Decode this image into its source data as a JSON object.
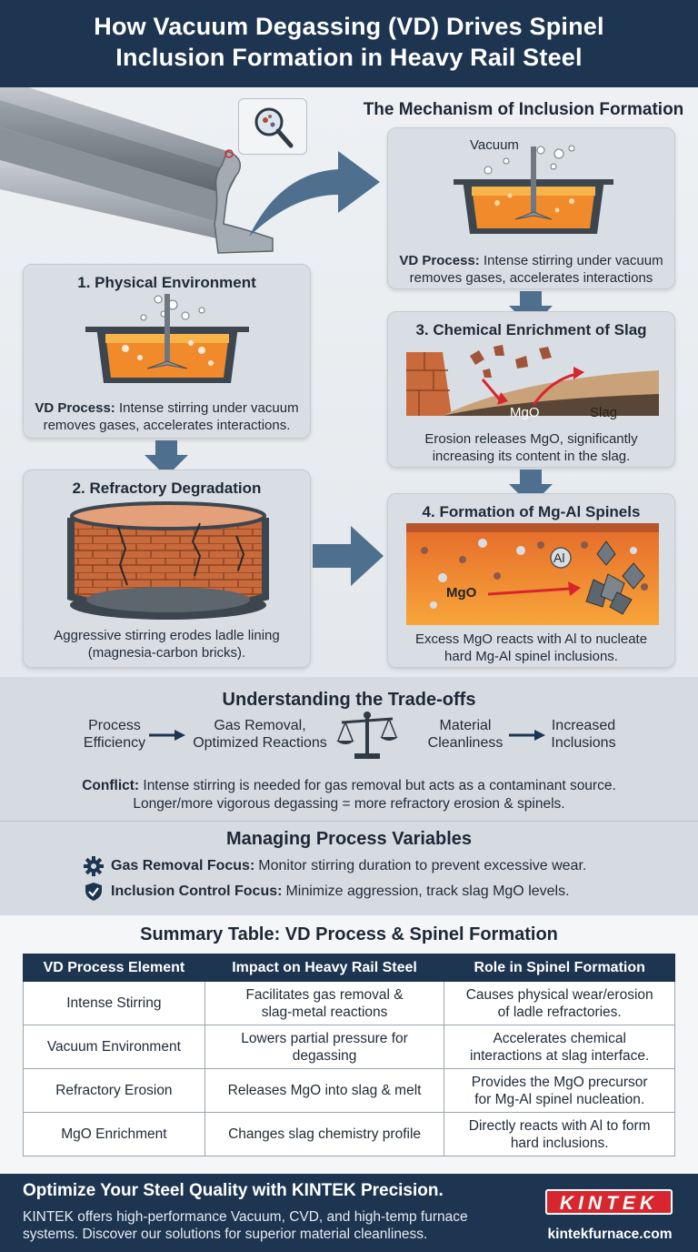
{
  "header": {
    "title_line1": "How Vacuum Degassing (VD) Drives Spinel",
    "title_line2": "Inclusion Formation in Heavy Rail Steel"
  },
  "mechanism": {
    "title": "The Mechanism of Inclusion Formation",
    "top_card": {
      "vacuum_label": "Vacuum",
      "desc_bold": "VD Process:",
      "desc_line1_rest": " Intense stirring under vacuum",
      "desc_line2": "removes gases, accelerates interactions"
    },
    "step1": {
      "title": "1. Physical Environment",
      "desc_bold": "VD Process:",
      "desc_line1_rest": " Intense stirring under vacuum",
      "desc_line2": "removes gases, accelerates interactions."
    },
    "step2": {
      "title": "2. Refractory Degradation",
      "desc_line1": "Aggressive stirring erodes ladle lining",
      "desc_line2": "(magnesia-carbon bricks)."
    },
    "step3": {
      "title": "3. Chemical Enrichment of Slag",
      "mgo_label": "MgO",
      "slag_label": "Slag",
      "desc_line1": "Erosion releases MgO, significantly",
      "desc_line2": "increasing its content in the slag."
    },
    "step4": {
      "title": "4. Formation of Mg-Al Spinels",
      "al_label": "Al",
      "mgo_label": "MgO",
      "desc_line1": "Excess MgO reacts with Al to nucleate",
      "desc_line2": "hard Mg-Al spinel inclusions."
    }
  },
  "tradeoffs": {
    "title": "Understanding the Trade-offs",
    "flow": [
      {
        "line1": "Process",
        "line2": "Efficiency"
      },
      {
        "line1": "Gas Removal,",
        "line2": "Optimized Reactions"
      },
      {
        "line1": "Material",
        "line2": "Cleanliness"
      },
      {
        "line1": "Increased",
        "line2": "Inclusions"
      }
    ],
    "conflict_bold": "Conflict:",
    "conflict_rest": " Intense stirring is needed for gas removal but acts as a contaminant source.",
    "conflict_line2": "Longer/more vigorous degassing = more refractory erosion & spinels."
  },
  "manage": {
    "title": "Managing Process Variables",
    "items": [
      {
        "icon": "gear-icon",
        "bold": "Gas Removal Focus:",
        "text": "Monitor stirring duration to prevent excessive wear."
      },
      {
        "icon": "shield-check-icon",
        "bold": "Inclusion Control Focus:",
        "text": "Minimize aggression, track slag MgO levels."
      }
    ]
  },
  "summary": {
    "title": "Summary Table: VD Process & Spinel Formation",
    "headers": [
      "VD Process Element",
      "Impact on Heavy Rail Steel",
      "Role in Spinel Formation"
    ],
    "rows": [
      [
        [
          "Intense Stirring"
        ],
        [
          "Facilitates gas removal &",
          "slag-metal reactions"
        ],
        [
          "Causes physical wear/erosion",
          "of ladle refractories."
        ]
      ],
      [
        [
          "Vacuum Environment"
        ],
        [
          "Lowers partial pressure for",
          "degassing"
        ],
        [
          "Accelerates chemical",
          "interactions at slag interface."
        ]
      ],
      [
        [
          "Refractory Erosion"
        ],
        [
          "Releases MgO into slag & melt"
        ],
        [
          "Provides the MgO precursor",
          "for Mg-Al spinel nucleation."
        ]
      ],
      [
        [
          "MgO Enrichment"
        ],
        [
          "Changes slag chemistry profile"
        ],
        [
          "Directly reacts with Al to form",
          "hard inclusions."
        ]
      ]
    ]
  },
  "footer": {
    "title": "Optimize Your Steel Quality with KINTEK Precision.",
    "body_line1": "KINTEK offers high-performance Vacuum, CVD, and high-temp furnace",
    "body_line2": "systems. Discover our solutions for superior material cleanliness.",
    "logo": "KINTEK",
    "site": "kintekfurnace.com"
  },
  "colors": {
    "navy": "#1d3550",
    "molten": "#f08a2a",
    "arrow": "#4f6f8f",
    "brand_red": "#d7262e"
  }
}
